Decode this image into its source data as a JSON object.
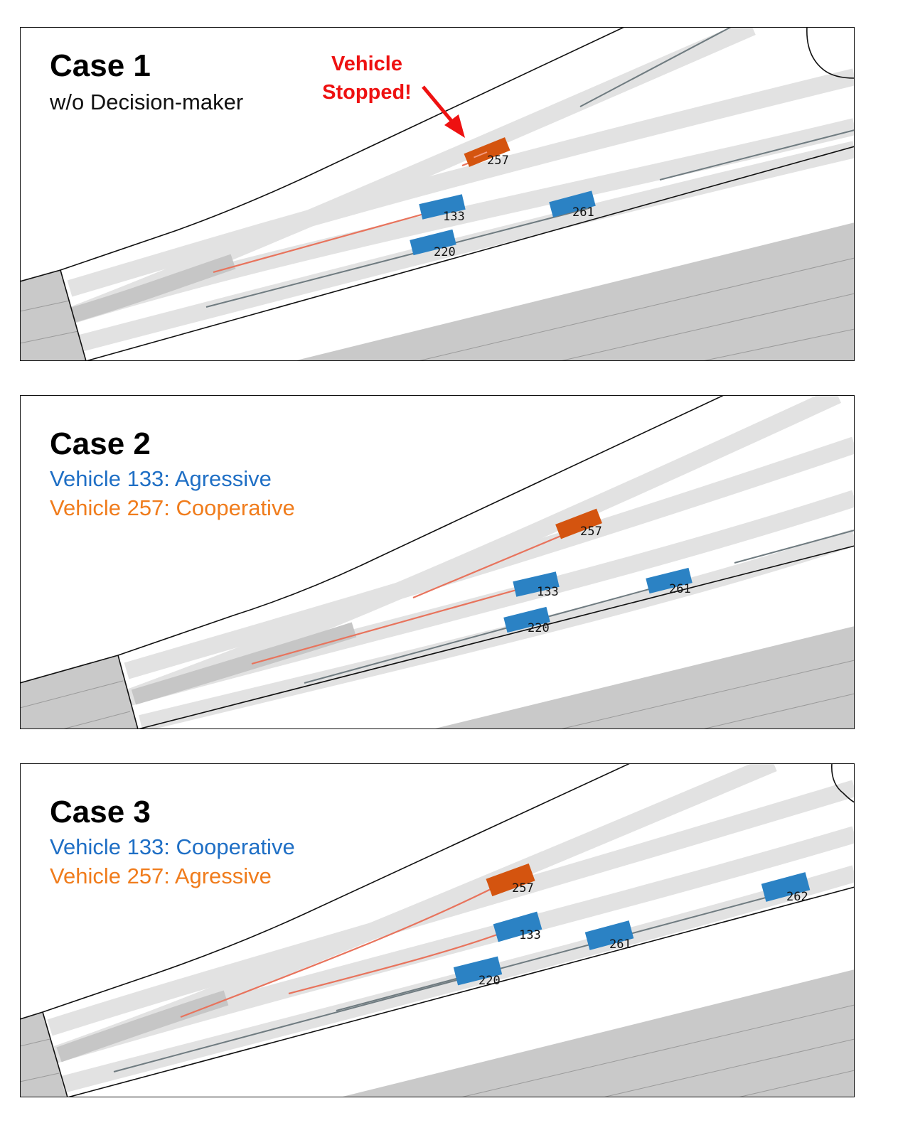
{
  "colors": {
    "aggressive_blue": "#1f6fc5",
    "cooperative_orange": "#f07c1c",
    "vehicle_blue": "#2b82c4",
    "vehicle_orange": "#d4540f",
    "trajectory": "#e8735c",
    "centerline": "#6f7b80",
    "lane": "#e2e2e2",
    "offroad": "#c9c9c9",
    "callout_red": "#ee1111"
  },
  "panels": [
    {
      "title": "Case 1",
      "subtitle_lines": [
        {
          "text": "w/o Decision-maker",
          "color": "#111111"
        }
      ],
      "callout": {
        "line1": "Vehicle",
        "line2": "Stopped!"
      },
      "vehicles": [
        {
          "id": "257",
          "kind": "orange"
        },
        {
          "id": "133",
          "kind": "blue"
        },
        {
          "id": "261",
          "kind": "blue"
        },
        {
          "id": "220",
          "kind": "blue"
        }
      ]
    },
    {
      "title": "Case 2",
      "subtitle_lines": [
        {
          "text": "Vehicle 133: Agressive",
          "color": "#1f6fc5"
        },
        {
          "text": "Vehicle 257: Cooperative",
          "color": "#f07c1c"
        }
      ],
      "vehicles": [
        {
          "id": "257",
          "kind": "orange"
        },
        {
          "id": "133",
          "kind": "blue"
        },
        {
          "id": "261",
          "kind": "blue"
        },
        {
          "id": "220",
          "kind": "blue"
        }
      ]
    },
    {
      "title": "Case 3",
      "subtitle_lines": [
        {
          "text": "Vehicle 133: Cooperative",
          "color": "#1f6fc5"
        },
        {
          "text": "Vehicle 257: Agressive",
          "color": "#f07c1c"
        }
      ],
      "vehicles": [
        {
          "id": "257",
          "kind": "orange"
        },
        {
          "id": "133",
          "kind": "blue"
        },
        {
          "id": "261",
          "kind": "blue"
        },
        {
          "id": "262",
          "kind": "blue"
        },
        {
          "id": "220",
          "kind": "blue"
        }
      ]
    }
  ]
}
